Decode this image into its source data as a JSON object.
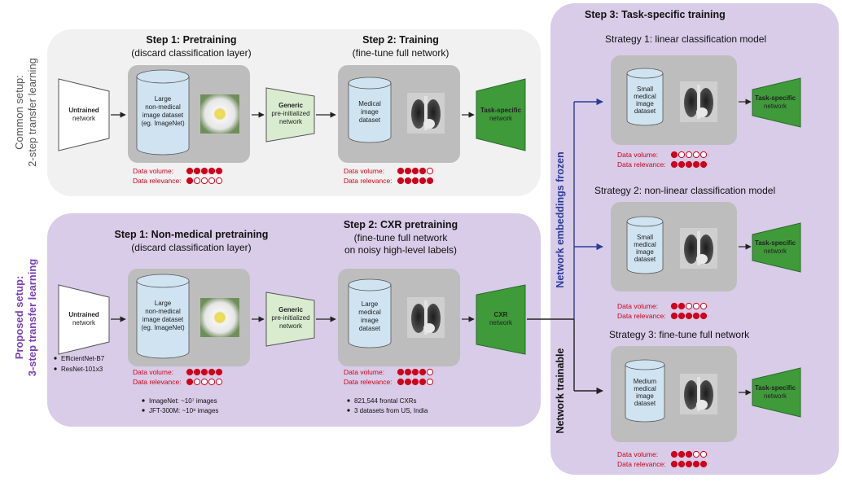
{
  "rows": {
    "common": {
      "side_label_1": "Common setup:",
      "side_label_2": "2-step transfer learning"
    },
    "proposed": {
      "side_label_1": "Proposed setup:",
      "side_label_2": "3-step transfer learning"
    }
  },
  "common": {
    "step1_title": "Step 1: Pretraining",
    "step1_sub": "(discard classification layer)",
    "step2_title": "Step 2: Training",
    "step2_sub": "(fine-tune full network)",
    "untrained": [
      "Untrained",
      "network"
    ],
    "dataset1": [
      "Large",
      "non-medical",
      "image dataset",
      "(eg. ImageNet)"
    ],
    "generic": [
      "Generic",
      "pre-initialized",
      "network"
    ],
    "dataset2": [
      "Medical",
      "image",
      "dataset"
    ],
    "final": [
      "Task-specific",
      "network"
    ],
    "metrics1": {
      "volume_label": "Data volume:",
      "volume_filled": 5,
      "relevance_label": "Data relevance:",
      "relevance_filled": 1
    },
    "metrics2": {
      "volume_label": "Data volume:",
      "volume_filled": 4,
      "relevance_label": "Data relevance:",
      "relevance_filled": 5
    }
  },
  "proposed": {
    "step1_title": "Step 1: Non-medical pretraining",
    "step1_sub": "(discard classification layer)",
    "step2_title": "Step 2: CXR pretraining",
    "step2_sub1": "(fine-tune full network",
    "step2_sub2": "on noisy high-level labels)",
    "untrained": [
      "Untrained",
      "network"
    ],
    "arch_notes": [
      "EfficientNet-B7",
      "ResNet-101x3"
    ],
    "dataset1": [
      "Large",
      "non-medical",
      "image dataset",
      "(eg. ImageNet)"
    ],
    "generic": [
      "Generic",
      "pre-initialized",
      "network"
    ],
    "dataset2": [
      "Large",
      "medical",
      "image",
      "dataset"
    ],
    "cxr": [
      "CXR",
      "network"
    ],
    "metrics1": {
      "volume_label": "Data volume:",
      "volume_filled": 5,
      "relevance_label": "Data relevance:",
      "relevance_filled": 1
    },
    "metrics2": {
      "volume_label": "Data volume:",
      "volume_filled": 4,
      "relevance_label": "Data relevance:",
      "relevance_filled": 4
    },
    "notes1": [
      "ImageNet: ~10⁷ images",
      "JFT-300M: ~10⁸ images"
    ],
    "notes2": [
      "821,544 frontal CXRs",
      "3 datasets from US, India"
    ]
  },
  "step3": {
    "title": "Step 3: Task-specific training",
    "frozen_label": "Network embeddings frozen",
    "trainable_label": "Network trainable",
    "strategies": [
      {
        "title": "Strategy 1: linear classification model",
        "dataset": [
          "Small",
          "medical",
          "image",
          "dataset"
        ],
        "final": [
          "Task-specific",
          "network"
        ],
        "volume_label": "Data volume:",
        "volume_filled": 1,
        "relevance_label": "Data relevance:",
        "relevance_filled": 5
      },
      {
        "title": "Strategy 2: non-linear classification model",
        "dataset": [
          "Small",
          "medical",
          "image",
          "dataset"
        ],
        "final": [
          "Task-specific",
          "network"
        ],
        "volume_label": "Data volume:",
        "volume_filled": 2,
        "relevance_label": "Data relevance:",
        "relevance_filled": 5
      },
      {
        "title": "Strategy 3: fine-tune full network",
        "dataset": [
          "Medium",
          "medical",
          "image",
          "dataset"
        ],
        "final": [
          "Task-specific",
          "network"
        ],
        "volume_label": "Data volume:",
        "volume_filled": 3,
        "relevance_label": "Data relevance:",
        "relevance_filled": 5
      }
    ]
  },
  "colors": {
    "common_panel": "#f1f1f1",
    "proposed_panel": "#d8cce8",
    "inner_box": "#bdbdbd",
    "cylinder": "#cfe3f1",
    "generic_fill": "#d9ecd0",
    "final_fill": "#3f9a3a",
    "red": "#d0021b",
    "side_gray": "#555555",
    "side_purple": "#7a3fb3",
    "frozen_blue": "#2b3a9a"
  }
}
